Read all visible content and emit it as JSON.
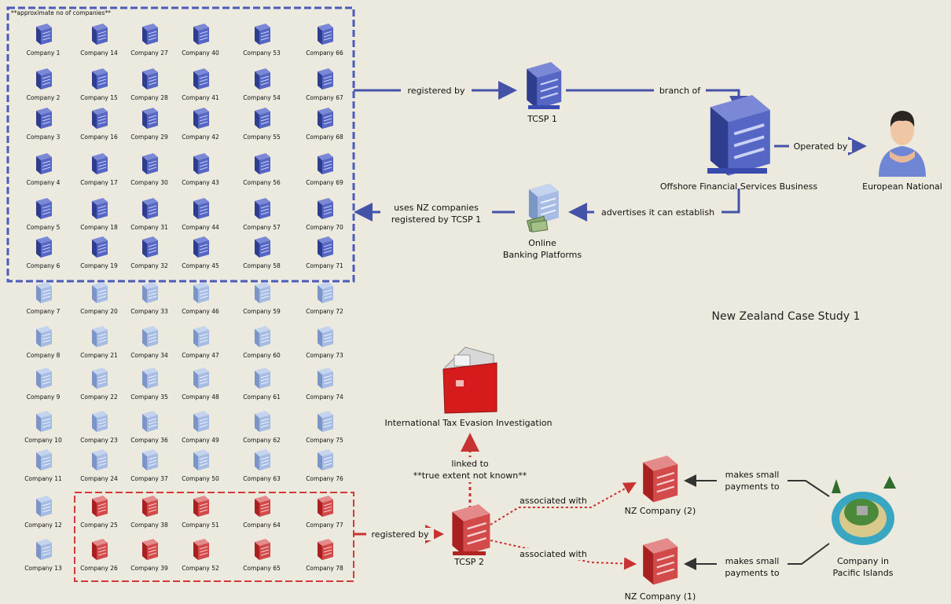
{
  "title": "New Zealand Case Study 1",
  "group_note": "**approximate no of companies**",
  "companies": {
    "label_prefix": "Company",
    "columns": [
      {
        "numbers": [
          1,
          2,
          3,
          4,
          5,
          6,
          7,
          8,
          9,
          10,
          11,
          12,
          13
        ]
      },
      {
        "numbers": [
          14,
          15,
          16,
          17,
          18,
          19,
          20,
          21,
          22,
          23,
          24,
          25,
          26
        ]
      },
      {
        "numbers": [
          27,
          28,
          29,
          30,
          31,
          32,
          33,
          34,
          35,
          36,
          37,
          38,
          39
        ]
      },
      {
        "numbers": [
          40,
          41,
          42,
          43,
          44,
          45,
          46,
          47,
          48,
          49,
          50,
          51,
          52
        ]
      },
      {
        "numbers": [
          53,
          54,
          55,
          56,
          57,
          58,
          59,
          60,
          61,
          62,
          63,
          64,
          65
        ]
      },
      {
        "numbers": [
          66,
          67,
          68,
          69,
          70,
          71,
          72,
          73,
          74,
          75,
          76,
          77,
          78
        ]
      }
    ],
    "blue_group": [
      1,
      2,
      3,
      4,
      5,
      6,
      14,
      15,
      16,
      17,
      18,
      19,
      27,
      28,
      29,
      30,
      31,
      32,
      40,
      41,
      42,
      43,
      44,
      45,
      53,
      54,
      55,
      56,
      57,
      58,
      66,
      67,
      68,
      69,
      70,
      71
    ],
    "red_group": [
      25,
      26,
      38,
      39,
      51,
      52,
      64,
      65,
      77,
      78
    ]
  },
  "nodes": {
    "tcsp1": "TCSP 1",
    "offshore": "Offshore Financial Services Business",
    "european": "European National",
    "online_banking_line1": "Online",
    "online_banking_line2": "Banking Platforms",
    "investigation": "International Tax Evasion Investigation",
    "tcsp2": "TCSP 2",
    "nz_company_2": "NZ Company (2)",
    "nz_company_1": "NZ Company (1)",
    "pacific_line1": "Company in",
    "pacific_line2": "Pacific Islands"
  },
  "edges": {
    "registered_by_1": "registered by",
    "branch_of": "branch of",
    "operated_by": "Operated by",
    "advertises": "advertises it can establish",
    "uses_line1": "uses NZ companies",
    "uses_line2": "registered by TCSP 1",
    "linked_to_line1": "linked to",
    "linked_to_line2": "**true extent not known**",
    "associated_with_2": "associated with",
    "associated_with_1": "associated with",
    "registered_by_2": "registered by",
    "makes_small_1_line1": "makes small",
    "makes_small_1_line2": "payments to",
    "makes_small_2_line1": "makes small",
    "makes_small_2_line2": "payments to"
  },
  "colors": {
    "background": "#ece9de",
    "blue_dark": "#4b5cb8",
    "blue_light": "#8ea8d8",
    "red": "#d23a3a",
    "blue_edge": "#4453a8",
    "red_edge": "#c83232"
  }
}
